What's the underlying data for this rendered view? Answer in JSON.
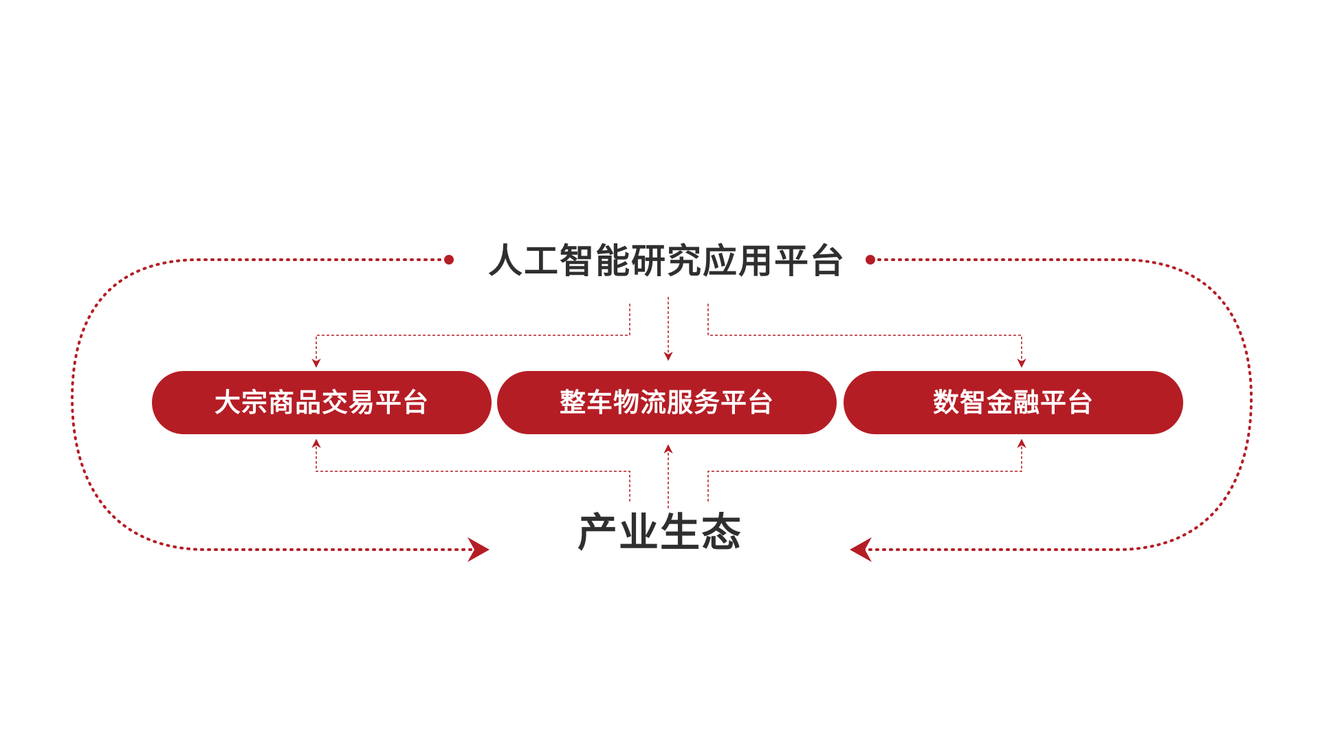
{
  "top_platform": {
    "label": "人工智能研究应用平台"
  },
  "platforms": [
    {
      "label": "大宗商品交易平台"
    },
    {
      "label": "整车物流服务平台"
    },
    {
      "label": "数智金融平台"
    }
  ],
  "bottom_node": {
    "label": "产业生态"
  },
  "colors": {
    "accent": "#b51d25",
    "title_text": "#2f2f2f",
    "pill_text": "#ffffff",
    "background": "#ffffff"
  }
}
